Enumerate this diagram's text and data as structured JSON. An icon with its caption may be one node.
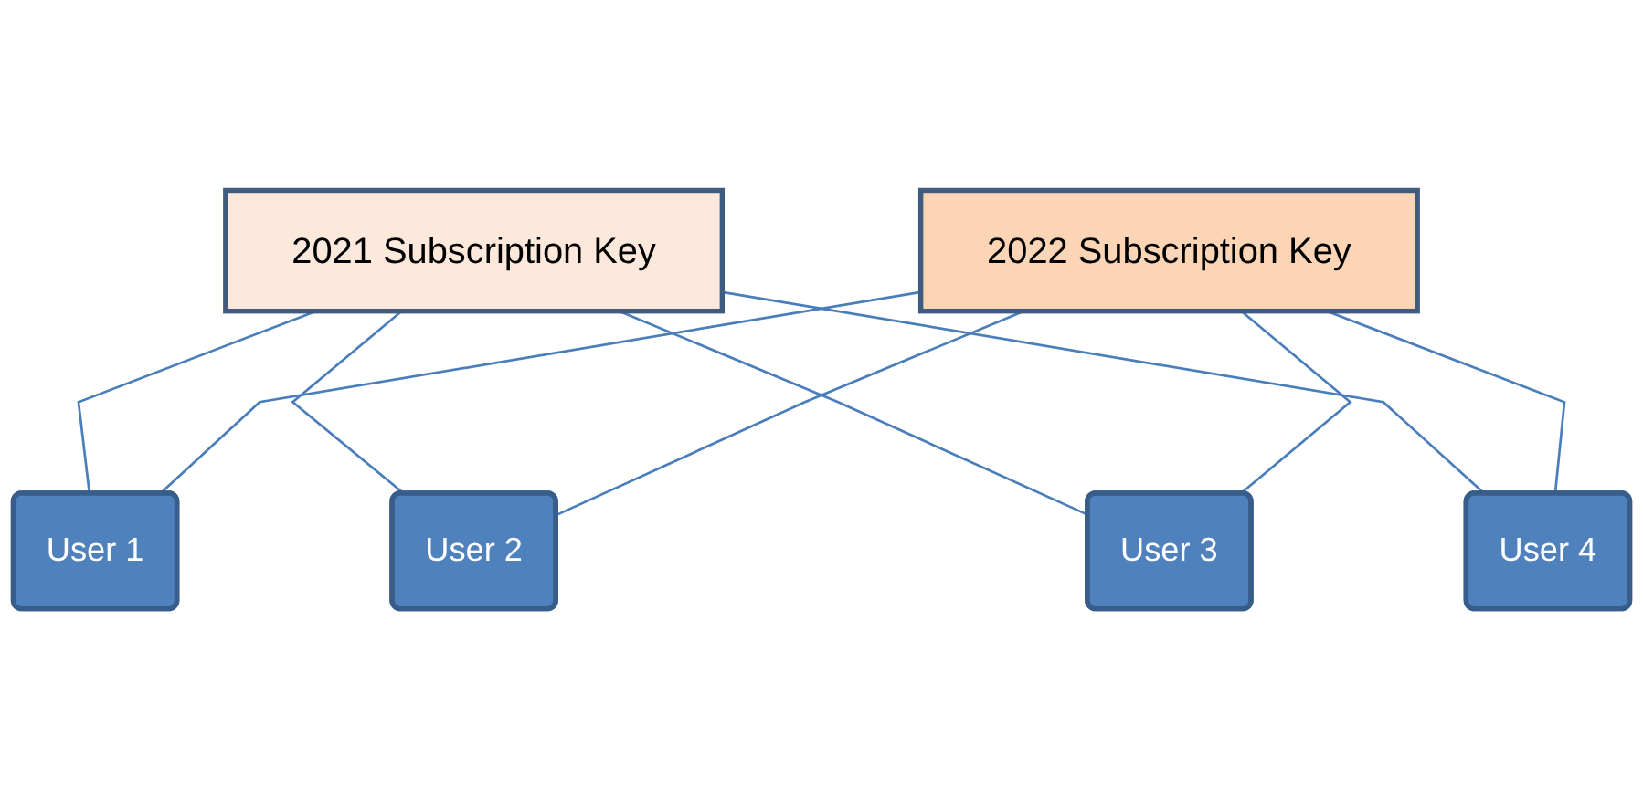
{
  "diagram": {
    "nodes": [
      {
        "text": [
          "2021 Subscription Key"
        ]
      },
      {
        "text": [
          "2022 Subscription Key"
        ]
      },
      {
        "text": [
          "User 1"
        ]
      },
      {
        "text": [
          "User 2"
        ]
      },
      {
        "text": [
          "User 3"
        ]
      },
      {
        "text": [
          "User 4"
        ]
      }
    ],
    "edges": [
      {
        "from": 0,
        "to": 2,
        "arrow": "none"
      },
      {
        "from": 0,
        "to": 3,
        "arrow": "none"
      },
      {
        "from": 0,
        "to": 4,
        "arrow": "none"
      },
      {
        "from": 0,
        "to": 5,
        "arrow": "none"
      },
      {
        "from": 1,
        "to": 2,
        "arrow": "none"
      },
      {
        "from": 1,
        "to": 3,
        "arrow": "none"
      },
      {
        "from": 1,
        "to": 4,
        "arrow": "none"
      },
      {
        "from": 1,
        "to": 5,
        "arrow": "none"
      }
    ]
  }
}
